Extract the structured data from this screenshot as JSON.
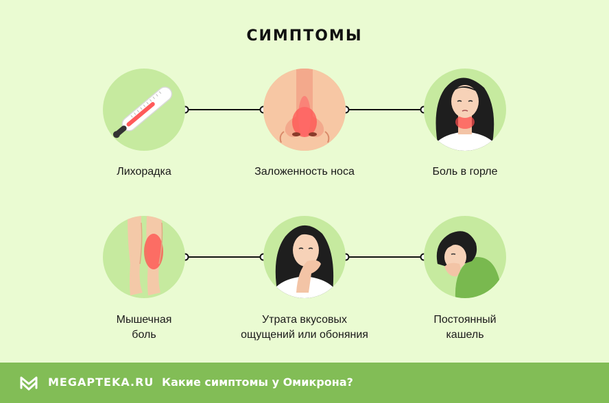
{
  "title": "СИМПТОМЫ",
  "symptoms": [
    {
      "label": "Лихорадка",
      "icon": "thermometer-icon"
    },
    {
      "label": "Заложенность носа",
      "icon": "nose-icon"
    },
    {
      "label": "Боль в горле",
      "icon": "sore-throat-icon"
    },
    {
      "label": "Мышечная\nболь",
      "icon": "legs-pain-icon"
    },
    {
      "label": "Утрата вкусовых\nощущений или обоняния",
      "icon": "smell-loss-icon"
    },
    {
      "label": "Постоянный\nкашель",
      "icon": "cough-icon"
    }
  ],
  "footer": {
    "logo_icon": "megapteka-logo-icon",
    "brand": "MEGAPTEKA.RU",
    "question": "Какие симптомы у Омикрона?"
  },
  "colors": {
    "background": "#eafbd2",
    "circle": "#c6ea9f",
    "footer": "#82bd56",
    "accent_red": "#ff3b3b"
  }
}
